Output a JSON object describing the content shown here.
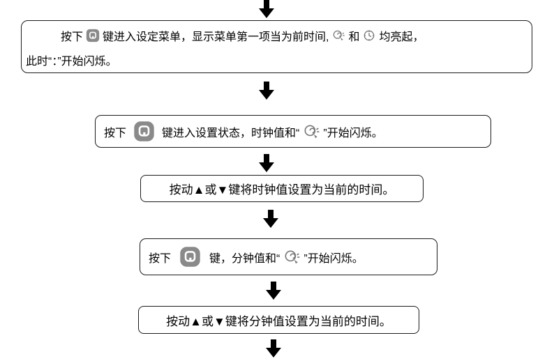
{
  "diagram": {
    "kind": "flowchart",
    "colors": {
      "border": "#1a1a1a",
      "icon_gray": "#8a8a8a",
      "icon_stroke": "#777777",
      "arrow": "#000000"
    },
    "icons": {
      "menu_key": "menu-key-icon",
      "alarm": "alarm-icon",
      "clock": "clock-icon",
      "arrow": "down-arrow-icon"
    },
    "steps": {
      "box1": {
        "t1": "按下",
        "t2": "键进入设定菜单，显示菜单第一项当为前时间,",
        "t3": "和",
        "t4": "均亮起，",
        "line2": "此时“：”开始闪烁。"
      },
      "box2": {
        "t1": "按下",
        "t2": "键进入设置状态，时钟值和“",
        "t3": "”开始闪烁。"
      },
      "box3": {
        "text": "按动▲或▼键将时钟值设置为当前的时间。"
      },
      "box4": {
        "t1": "按下",
        "t2": "键，分钟值和“",
        "t3": "”开始闪烁。"
      },
      "box5": {
        "text": "按动▲或▼键将分钟值设置为当前的时间。"
      }
    }
  }
}
